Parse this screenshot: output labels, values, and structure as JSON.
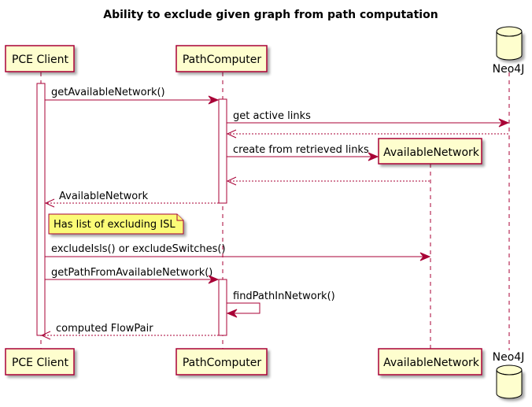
{
  "title": "Ability to exclude given graph from path computation",
  "participants": {
    "pce_client": "PCE Client",
    "path_computer": "PathComputer",
    "available_network": "AvailableNetwork",
    "neo4j": "Neo4J"
  },
  "messages": {
    "m1": "getAvailableNetwork()",
    "m2": "get active links",
    "m3": "create from retrieved links",
    "m4": "AvailableNetwork",
    "m5": "excludeIsls() or excludeSwitches()",
    "m6": "getPathFromAvailableNetwork()",
    "m7": "findPathInNetwork()",
    "m8": "computed FlowPair"
  },
  "note": "Has list of excluding ISL",
  "colors": {
    "participant_fill": "#FEFECE",
    "border": "#A80036",
    "note_fill": "#FBFB77"
  }
}
